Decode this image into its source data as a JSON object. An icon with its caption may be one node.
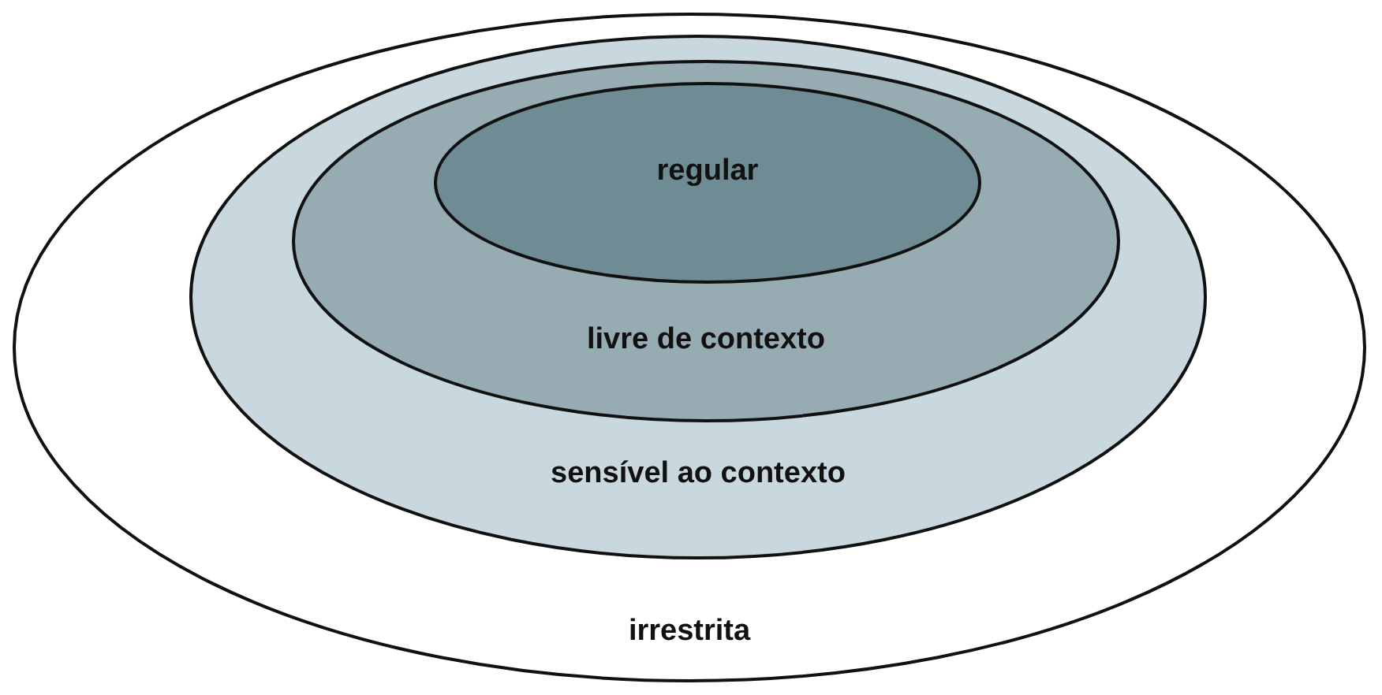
{
  "diagram": {
    "nodes": [
      {
        "text": [
          "irrestrita"
        ]
      },
      {
        "text": [
          "sensível ao contexto"
        ],
        "in": 0
      },
      {
        "text": [
          "livre de contexto"
        ],
        "in": 1
      },
      {
        "text": [
          "regular"
        ],
        "in": 2
      }
    ]
  }
}
